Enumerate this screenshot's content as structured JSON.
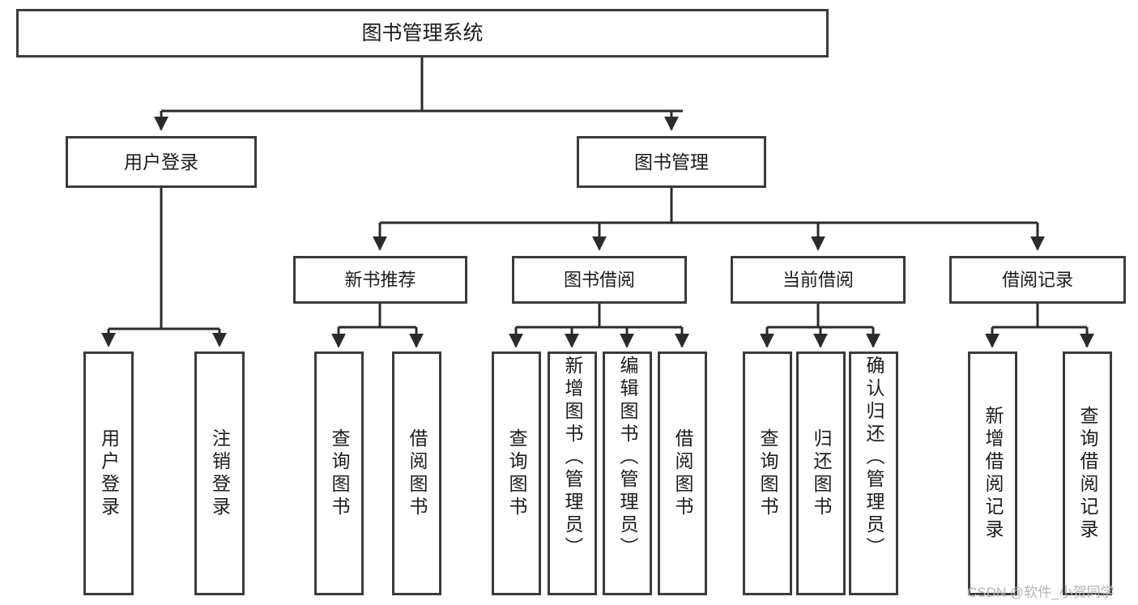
{
  "diagram": {
    "title": "图书管理系统",
    "type": "hierarchy-tree",
    "watermark": "CSDN @软件_小贺同学",
    "colors": {
      "stroke": "#3b3b3b",
      "fill": "#ffffff",
      "text": "#1c1c1c",
      "watermark": "#b4b4b4"
    },
    "root": {
      "label": "图书管理系统"
    },
    "level2": [
      {
        "label": "用户登录"
      },
      {
        "label": "图书管理"
      }
    ],
    "level3": [
      {
        "label": "新书推荐"
      },
      {
        "label": "图书借阅"
      },
      {
        "label": "当前借阅"
      },
      {
        "label": "借阅记录"
      }
    ],
    "leaves": {
      "user_login": [
        {
          "label": "用户登录"
        },
        {
          "label": "注销登录"
        }
      ],
      "new_book": [
        {
          "label": "查询图书"
        },
        {
          "label": "借阅图书"
        }
      ],
      "book_borrow": [
        {
          "label": "查询图书"
        },
        {
          "label": "新增图书（管理员）"
        },
        {
          "label": "编辑图书（管理员）"
        },
        {
          "label": "借阅图书"
        }
      ],
      "current_borrow": [
        {
          "label": "查询图书"
        },
        {
          "label": "归还图书"
        },
        {
          "label": "确认归还（管理员）"
        }
      ],
      "borrow_record": [
        {
          "label": "新增借阅记录"
        },
        {
          "label": "查询借阅记录"
        }
      ]
    }
  }
}
